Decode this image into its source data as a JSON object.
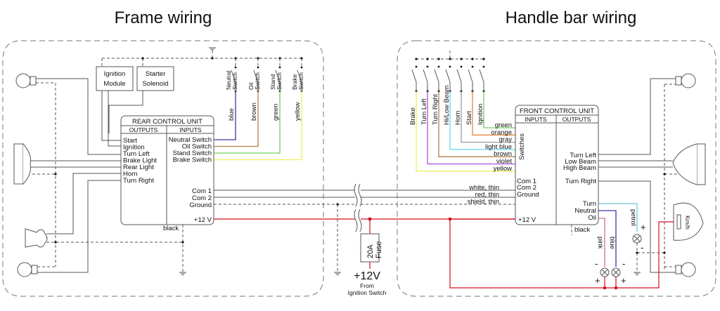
{
  "titles": {
    "frame": "Frame wiring",
    "handlebar": "Handle bar wiring"
  },
  "colors": {
    "red": "#d01020",
    "blue": "#3a3aa0",
    "brown": "#b08050",
    "green": "#70d060",
    "yellow": "#eeee60",
    "orange": "#e08840",
    "gray": "#999999",
    "lightblue": "#60d8e8",
    "violet": "#b050d0",
    "pink": "#d07080",
    "petrol": "#70c8d8"
  },
  "frame": {
    "modules": {
      "ignition": [
        "Ignition",
        "Module"
      ],
      "starter": [
        "Starter",
        "Solenoid"
      ]
    },
    "switches": [
      {
        "label": [
          "Neutral",
          "Switch"
        ],
        "wire": "blue"
      },
      {
        "label": [
          "Oil",
          "Switch"
        ],
        "wire": "brown"
      },
      {
        "label": [
          "Stand",
          "Switch"
        ],
        "wire": "green"
      },
      {
        "label": [
          "Brake",
          "Switch"
        ],
        "wire": "yellow"
      }
    ],
    "rcu": {
      "title": "REAR CONTROL UNIT",
      "outputs_header": "OUTPUTS",
      "inputs_header": "INPUTS",
      "outputs": [
        "Start",
        "Ignition",
        "Turn Left",
        "Brake Light",
        "Rear Light",
        "Horn",
        "Turn Right"
      ],
      "inputs": [
        "Neutral Switch",
        "Oil Switch",
        "Stand Switch",
        "Brake Switch"
      ],
      "com": [
        "Com 1",
        "Com 2",
        "Ground"
      ],
      "power": "+12 V",
      "ground_wire": "black"
    }
  },
  "center": {
    "bus_labels": [
      "white, thin",
      "red, thin",
      "shield, thin"
    ],
    "fuse": [
      "20A",
      "Fuse"
    ],
    "supply": "+12V",
    "supply_from": [
      "From",
      "Ignition Switch"
    ]
  },
  "handlebar": {
    "switches": [
      {
        "label": "Brake",
        "wire": "yellow"
      },
      {
        "label": "Turn Left",
        "wire": "violet"
      },
      {
        "label": "Turn Right",
        "wire": "brown"
      },
      {
        "label": "Hi/Low Beam",
        "wire": "light blue"
      },
      {
        "label": "Horn",
        "wire": "gray"
      },
      {
        "label": "Start",
        "wire": "orange"
      },
      {
        "label": "Ignition",
        "wire": "green"
      }
    ],
    "fcu": {
      "title": "FRONT CONTROL UNIT",
      "inputs_header": "INPUTS",
      "outputs_header": "OUTPUTS",
      "switches_label": "Switches",
      "outputs": [
        "Turn Left",
        "Low Beam",
        "High Beam",
        "Turn Right"
      ],
      "indicators": [
        "Turn",
        "Neutral",
        "Oil"
      ],
      "com": [
        "Com 1",
        "Com 2",
        "Ground"
      ],
      "power": "+12 V",
      "ground_wire": "black"
    },
    "indicator_wires": {
      "petrol": "petrol",
      "pink": "pink",
      "blue": "blue"
    },
    "polarity": {
      "plus": "+",
      "minus": "-"
    },
    "speedo": "Km/h"
  }
}
